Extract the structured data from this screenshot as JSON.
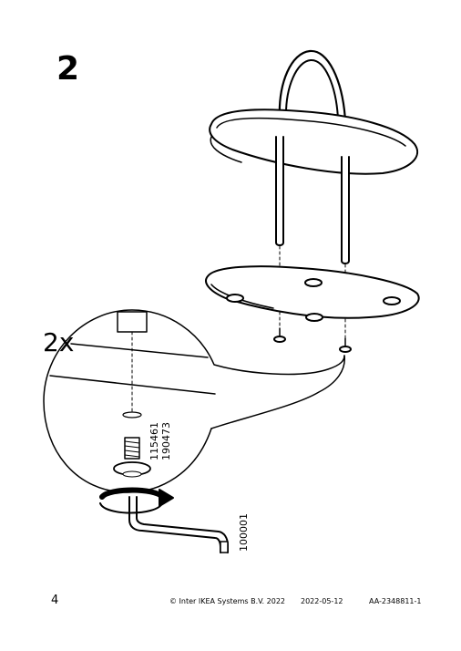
{
  "step": {
    "number": "2",
    "quantity": "2x"
  },
  "parts": {
    "screw_a": "115461",
    "screw_b": "190473",
    "tool": "100001"
  },
  "footer": {
    "page_number": "4",
    "copyright": "© Inter IKEA Systems B.V. 2022",
    "date": "2022-05-12",
    "doc_id": "AA-2348811-1"
  },
  "icons": [
    "rotate-arrow-icon",
    "allen-key-icon",
    "screw-icon"
  ]
}
